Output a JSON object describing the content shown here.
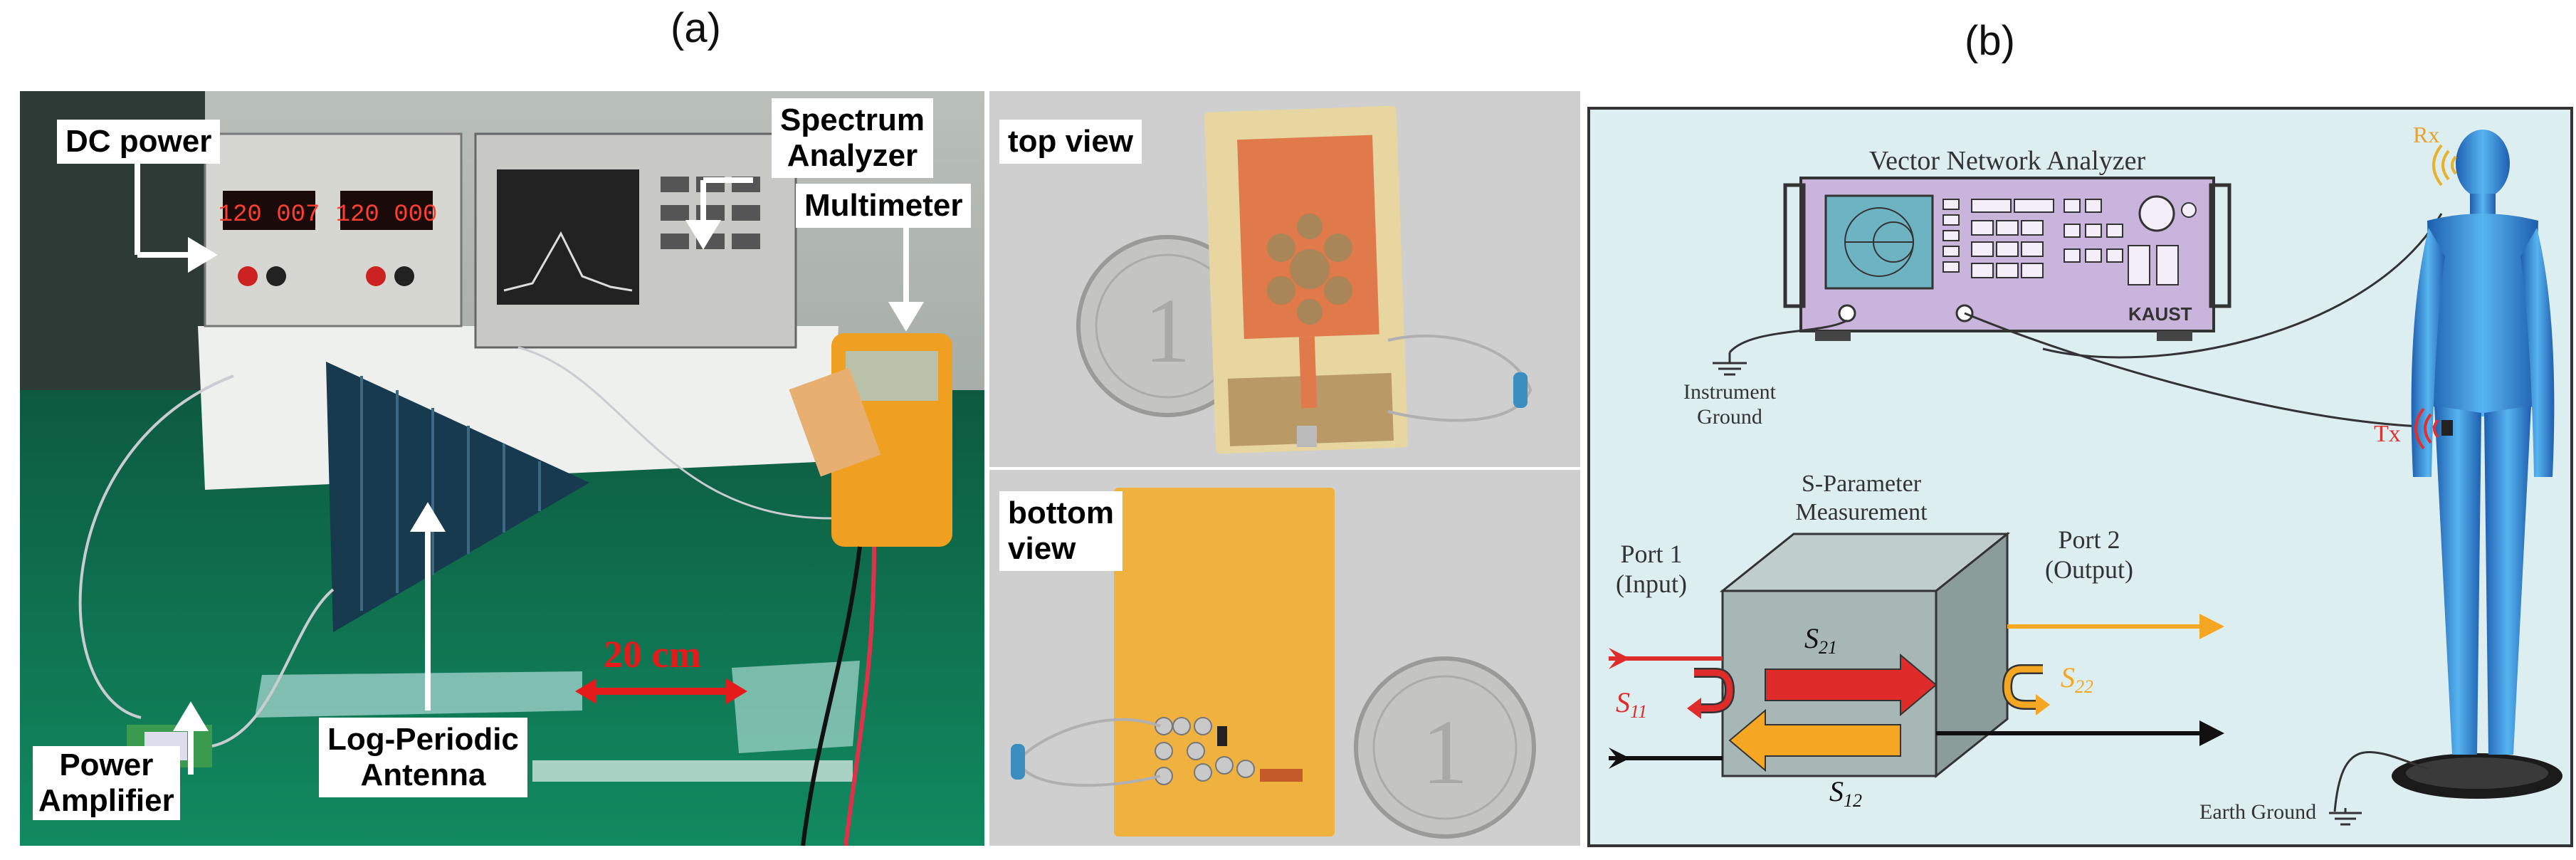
{
  "figure": {
    "panel_a_label": "(a)",
    "panel_b_label": "(b)"
  },
  "photo_setup": {
    "dc_power": "DC power",
    "spectrum_analyzer": [
      "Spectrum",
      "Analyzer"
    ],
    "multimeter": "Multimeter",
    "distance": "20 cm",
    "power_amplifier": [
      "Power",
      "Amplifier"
    ],
    "log_periodic_antenna": [
      "Log-Periodic",
      "Antenna"
    ],
    "display_left": "120 007",
    "display_right": "120 000"
  },
  "photo_top": {
    "label": "top view"
  },
  "photo_bottom": {
    "label": [
      "bottom",
      "view"
    ]
  },
  "diagram": {
    "vna_title": "Vector Network Analyzer",
    "vna_brand": "KAUST",
    "instrument_ground": [
      "Instrument",
      "Ground"
    ],
    "rx": "Rx",
    "tx": "Tx",
    "port1": [
      "Port 1",
      "(Input)"
    ],
    "sparam": [
      "S-Parameter",
      "Measurement"
    ],
    "port2": [
      "Port 2",
      "(Output)"
    ],
    "s21": "S",
    "s21_sub": "21",
    "s12": "S",
    "s12_sub": "12",
    "s11": "S",
    "s11_sub": "11",
    "s22": "S",
    "s22_sub": "22",
    "earth_ground": "Earth Ground"
  },
  "colors": {
    "diagram_bg": "#ddeef0",
    "red_arrow": "#e02b2b",
    "orange_arrow": "#f5a623",
    "box": "#9fb0ae",
    "vna": "#c9b5dc",
    "body_blue": "#3a8fd8",
    "bench_green": "#0f6b4e"
  }
}
